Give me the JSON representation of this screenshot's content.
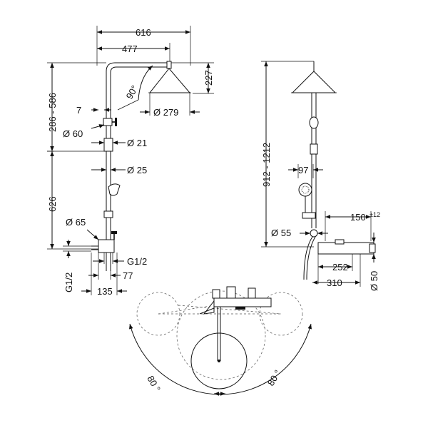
{
  "drawing": {
    "left_view": {
      "dim_616": "616",
      "dim_477": "477",
      "dim_227": "227",
      "dim_90deg": "90°",
      "dim_279": "Ø 279",
      "dim_7": "7",
      "dim_286_586": "286 - 586",
      "dim_60": "Ø 60",
      "dim_21": "Ø 21",
      "dim_25": "Ø 25",
      "dim_626": "626",
      "dim_65": "Ø 65",
      "dim_g12_right": "G1/2",
      "dim_g12_left": "G1/2",
      "dim_77": "77",
      "dim_135": "135"
    },
    "right_view": {
      "dim_912_1212": "912 - 1212",
      "dim_97": "97",
      "dim_55": "Ø 55",
      "dim_150": "150",
      "dim_150_tol": "±12",
      "dim_252": "252",
      "dim_310": "310",
      "dim_50": "Ø 50"
    },
    "plan_view": {
      "angle_left": "80 °",
      "angle_right": "80 °"
    }
  }
}
